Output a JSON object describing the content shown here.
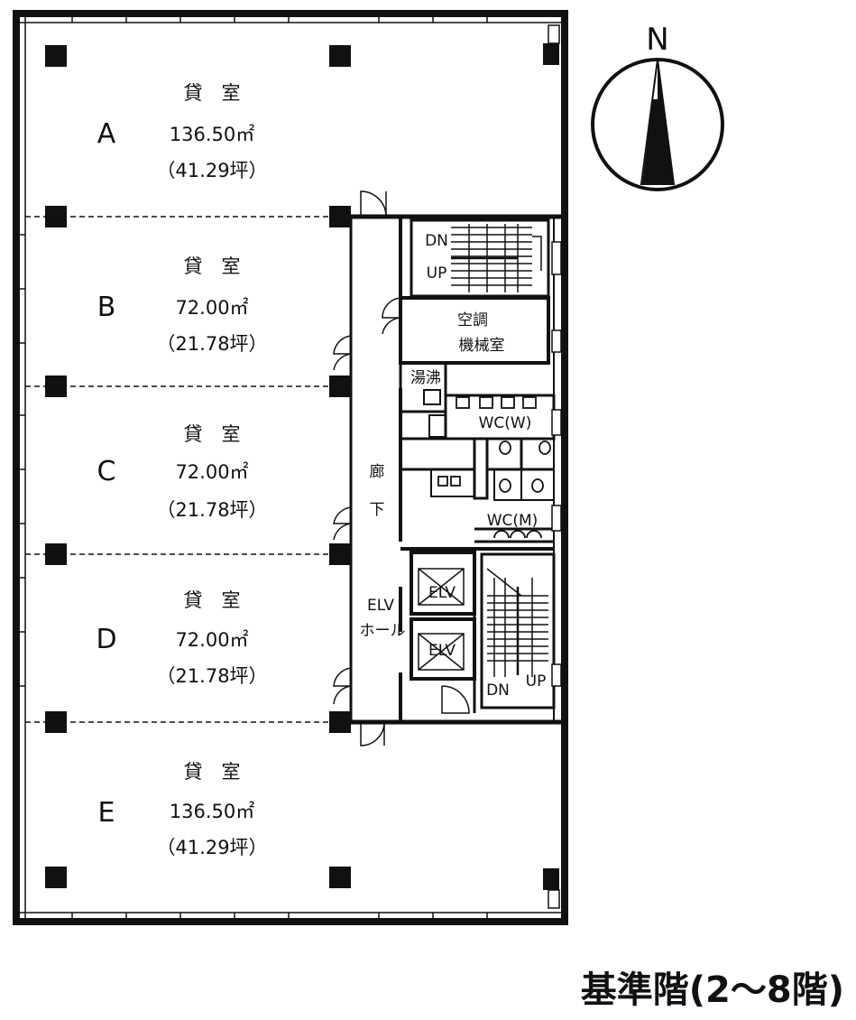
{
  "compass": {
    "north_label": "N"
  },
  "rooms": [
    {
      "id": "A",
      "title": "貸　室",
      "letter": "A",
      "area": "136.50㎡",
      "tsubo": "（41.29坪）"
    },
    {
      "id": "B",
      "title": "貸　室",
      "letter": "B",
      "area": "72.00㎡",
      "tsubo": "（21.78坪）"
    },
    {
      "id": "C",
      "title": "貸　室",
      "letter": "C",
      "area": "72.00㎡",
      "tsubo": "（21.78坪）"
    },
    {
      "id": "D",
      "title": "貸　室",
      "letter": "D",
      "area": "72.00㎡",
      "tsubo": "（21.78坪）"
    },
    {
      "id": "E",
      "title": "貸　室",
      "letter": "E",
      "area": "136.50㎡",
      "tsubo": "（41.29坪）"
    }
  ],
  "core": {
    "corridor_1": "廊",
    "corridor_2": "下",
    "stair_top_dn": "DN",
    "stair_top_up": "UP",
    "ac_room_1": "空調",
    "ac_room_2": "機械室",
    "kitchenette": "湯沸",
    "wc_women": "WC(W)",
    "wc_men": "WC(M)",
    "elv_hall_1": "ELV",
    "elv_hall_2": "ホール",
    "elevator_1": "ELV",
    "elevator_2": "ELV",
    "stair_bottom_dn": "DN",
    "stair_bottom_up": "UP"
  },
  "floor_title": "基準階(2〜8階)"
}
